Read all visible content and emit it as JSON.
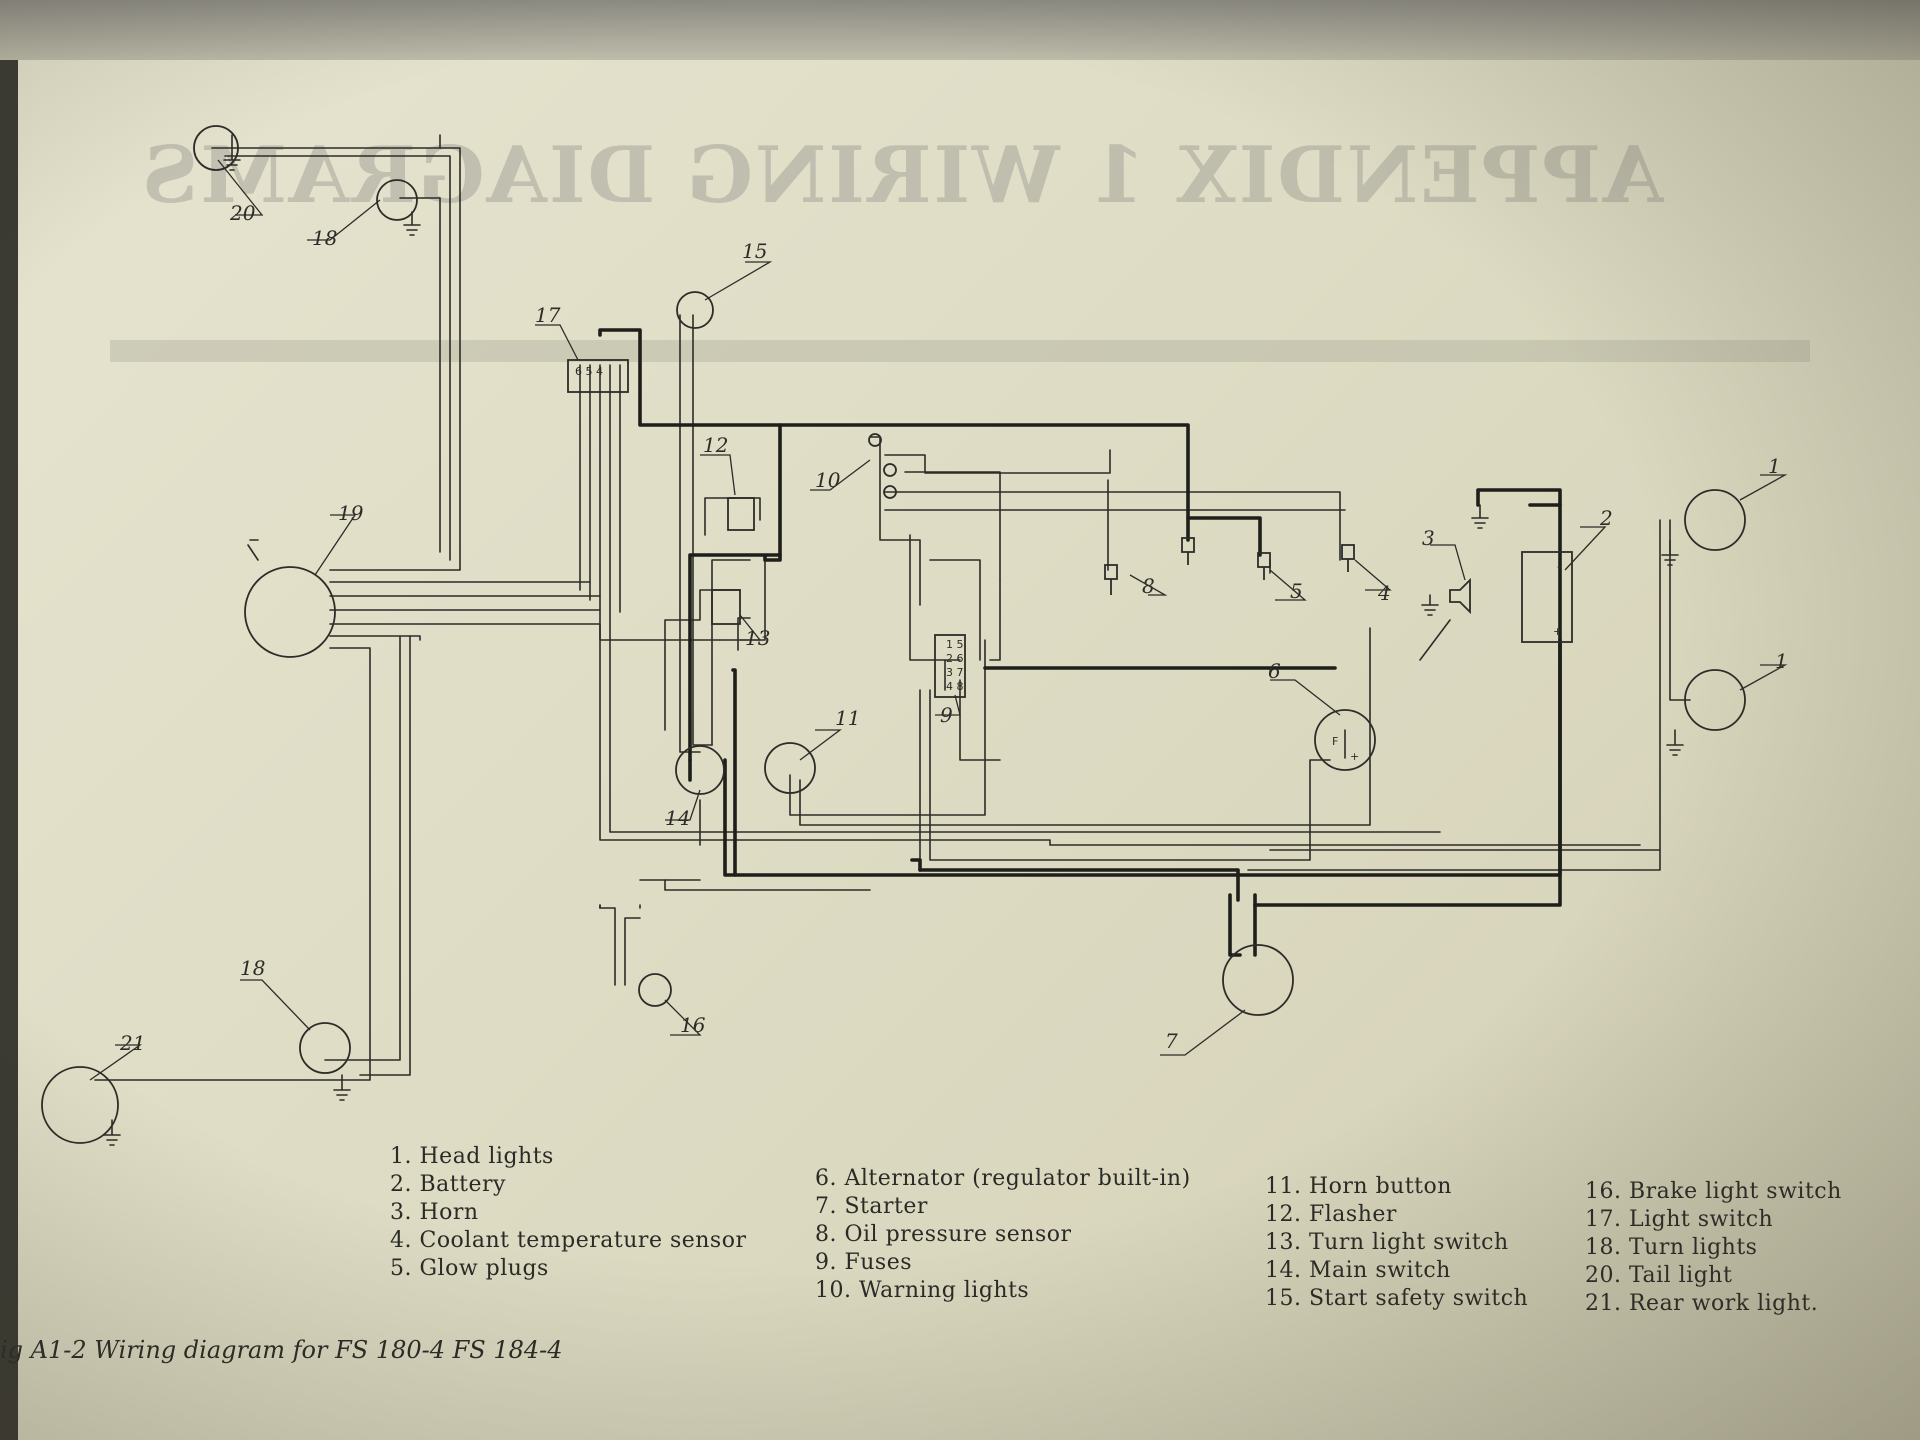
{
  "header_bleed": "APPENDIX 1 WIRING DIAGRAMS",
  "caption": "ig A1-2 Wiring diagram for FS 180-4  FS 184-4",
  "component_labels": {
    "c1a": "1",
    "c1b": "1",
    "c2": "2",
    "c3": "3",
    "c4": "4",
    "c5": "5",
    "c6": "6",
    "c7": "7",
    "c8": "8",
    "c9": "9",
    "c10": "10",
    "c11": "11",
    "c12": "12",
    "c13": "13",
    "c14": "14",
    "c15": "15",
    "c16": "16",
    "c17": "17",
    "c18a": "18",
    "c18b": "18",
    "c19": "19",
    "c20": "20",
    "c21": "21"
  },
  "legend": {
    "col1": [
      "1.  Head lights",
      "2.  Battery",
      "3.  Horn",
      "4.  Coolant temperature sensor",
      "5.  Glow plugs"
    ],
    "col2": [
      "6.  Alternator (regulator built-in)",
      "7.  Starter",
      "8.  Oil pressure sensor",
      "9.  Fuses",
      "10. Warning lights"
    ],
    "col3": [
      "11. Horn button",
      "12. Flasher",
      "13. Turn light switch",
      "14. Main switch",
      "15. Start safety switch"
    ],
    "col4": [
      "16. Brake light switch",
      "17. Light switch",
      "18. Turn lights",
      "20. Tail light",
      "21. Rear work light."
    ]
  },
  "colors": {
    "paper": "#e3e1ca",
    "ink": "#2c2c28",
    "thick_wire": "#1e1e1b"
  }
}
